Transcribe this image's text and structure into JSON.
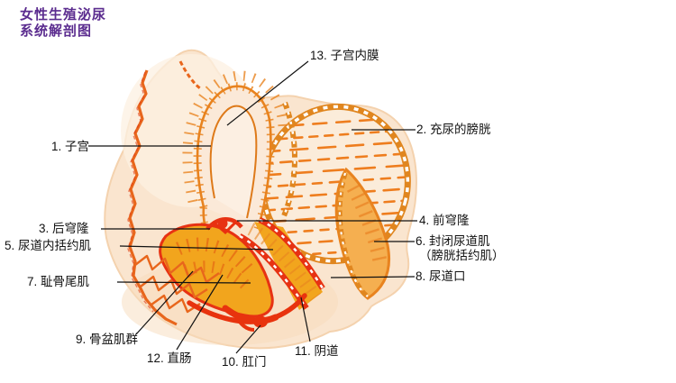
{
  "title": {
    "line1": "女性生殖泌尿",
    "line2": "系统解剖图",
    "color": "#5b2c8f"
  },
  "labels": [
    {
      "id": "1",
      "text": "1. 子宫"
    },
    {
      "id": "2",
      "text": "2. 充尿的膀胱"
    },
    {
      "id": "3",
      "text": "3. 后穹隆"
    },
    {
      "id": "4",
      "text": "4. 前穹隆"
    },
    {
      "id": "5",
      "text": "5. 尿道内括约肌"
    },
    {
      "id": "6",
      "text": "6. 封闭尿道肌",
      "text2": "（膀胱括约肌）"
    },
    {
      "id": "7",
      "text": "7. 耻骨尾肌"
    },
    {
      "id": "8",
      "text": "8. 尿道口"
    },
    {
      "id": "9",
      "text": "9. 骨盆肌群"
    },
    {
      "id": "10",
      "text": "10. 肛门"
    },
    {
      "id": "11",
      "text": "11. 阴道"
    },
    {
      "id": "12",
      "text": "12. 直肠"
    },
    {
      "id": "13",
      "text": "13. 子宫内膜"
    }
  ],
  "colors": {
    "title_purple": "#5b2c8f",
    "outline_orange": "#e8831f",
    "bright_red": "#e73213",
    "golden_fill": "#f2a51d",
    "tissue_peach": "#fae5cf",
    "bladder_interior": "#fbecda",
    "leader_line": "#111111"
  }
}
